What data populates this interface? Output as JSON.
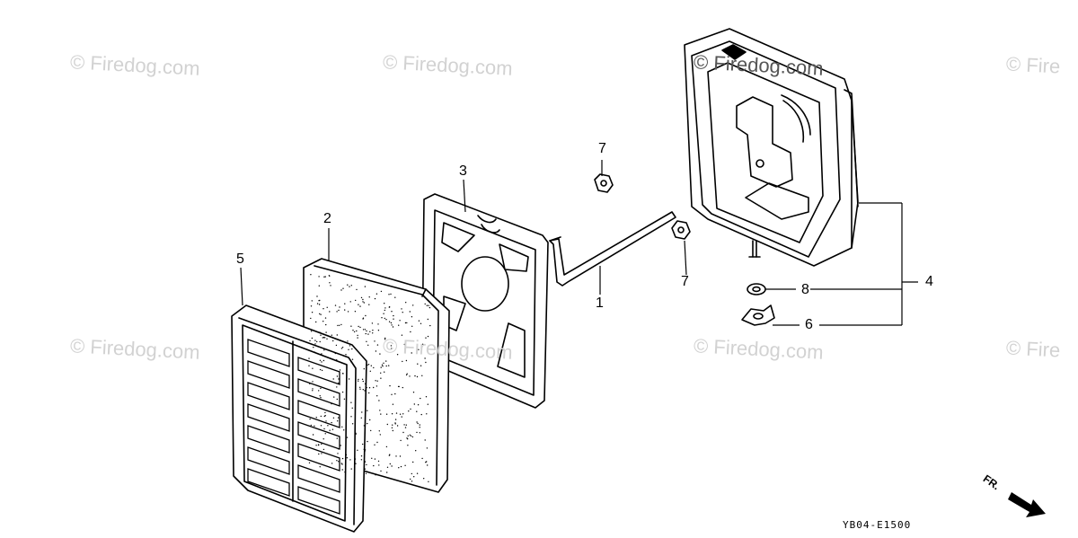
{
  "diagram": {
    "watermarks": [
      "© Firedog.com",
      "© Firedog.com",
      "© Firedog.com",
      "© Fire",
      "© Firedog.com",
      "© Firedog.com",
      "© Firedog.com",
      "© Fire"
    ],
    "callouts": [
      "1",
      "2",
      "3",
      "4",
      "5",
      "6",
      "7",
      "7",
      "8"
    ],
    "direction_label": "FR.",
    "diagram_code": "YB04-E1500"
  }
}
